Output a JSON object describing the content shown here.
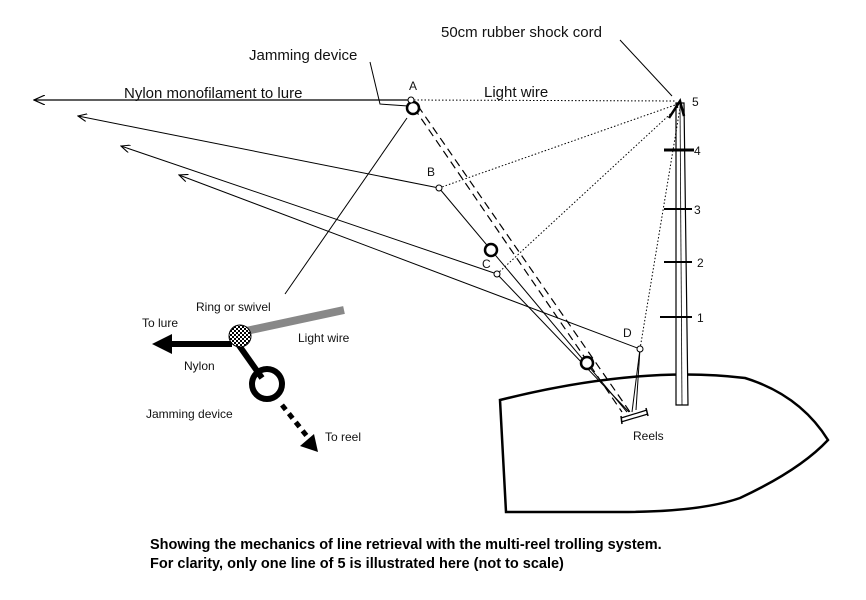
{
  "labels": {
    "shock_cord": "50cm rubber shock cord",
    "jamming_device": "Jamming device",
    "nylon_to_lure": "Nylon monofilament to lure",
    "light_wire": "Light wire",
    "reels": "Reels"
  },
  "points": {
    "a": "A",
    "b": "B",
    "c": "C",
    "d": "D"
  },
  "mast_ticks": [
    "5",
    "4",
    "3",
    "2",
    "1"
  ],
  "inset": {
    "ring_or_swivel": "Ring or swivel",
    "to_lure": "To lure",
    "light_wire": "Light wire",
    "nylon": "Nylon",
    "jamming_device": "Jamming device",
    "to_reel": "To reel"
  },
  "caption": {
    "line1": "Showing the mechanics of line retrieval with the multi-reel trolling system.",
    "line2": "For clarity, only one line of 5 is illustrated here (not to scale)"
  }
}
